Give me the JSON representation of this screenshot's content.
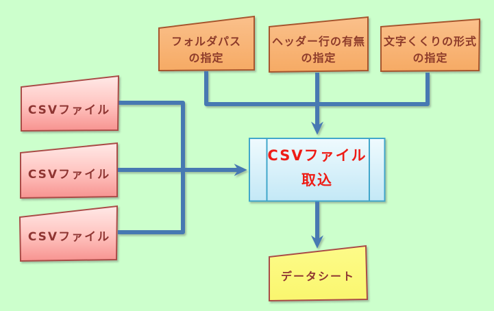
{
  "diagram": {
    "type": "flowchart",
    "colors": {
      "background": "#CCFFCC",
      "connector": "#4679B2",
      "pink_fill_top": "#FFE6E4",
      "pink_fill_bottom": "#F79390",
      "pink_border": "#A94B47",
      "orange_fill_top": "#FBC globalization",
      "orange_border": "#A6552D",
      "blue_fill_top": "#EFFAFE",
      "blue_fill_bottom": "#C3E8F6",
      "blue_border": "#41A6CA",
      "yellow_fill": "#FCF97D",
      "yellow_border": "#A94B47",
      "dark_text": "#8E3430",
      "import_text": "#EE1B13"
    },
    "boxes": {
      "folder_path": {
        "line1": "フォルダパス",
        "line2": "の指定"
      },
      "header_row": {
        "line1": "ヘッダー行の有無",
        "line2": "の指定"
      },
      "quote_format": {
        "line1": "文字くくりの形式",
        "line2": "の指定"
      },
      "csv_file_1": {
        "label": "CSVファイル"
      },
      "csv_file_2": {
        "label": "CSVファイル"
      },
      "csv_file_3": {
        "label": "CSVファイル"
      },
      "csv_import": {
        "line1": "CSVファイル",
        "line2": "取込"
      },
      "datasheet": {
        "label": "データシート"
      }
    }
  }
}
